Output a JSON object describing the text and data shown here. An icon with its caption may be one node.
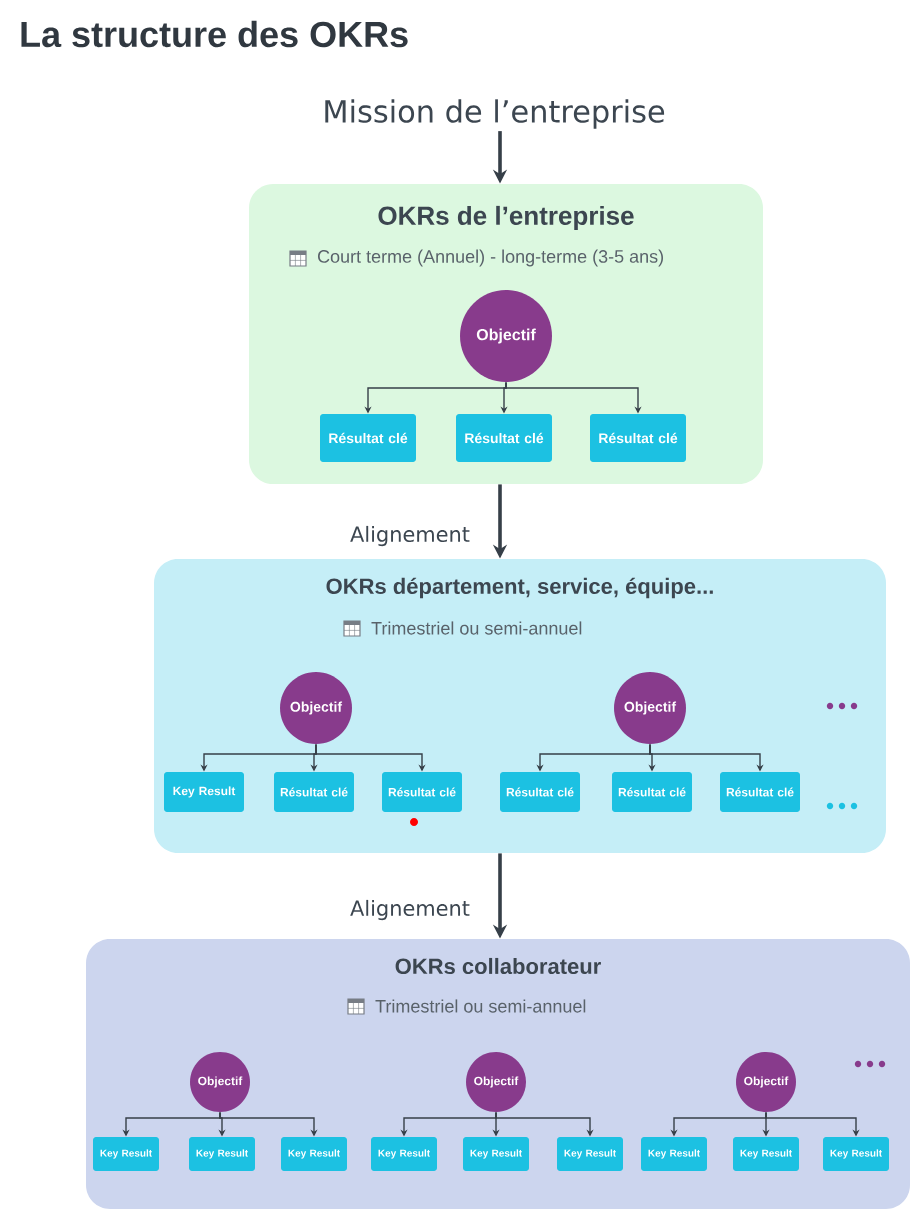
{
  "diagram": {
    "title": "La structure des OKRs",
    "nodes": [
      {
        "text": [
          "Mission de l’entreprise"
        ]
      },
      {
        "text": [
          "OKRs de l’entreprise",
          "Court terme (Annuel) - long-terme (3-5 ans)"
        ]
      },
      {
        "text": [
          "Objectif"
        ],
        "in": 1
      },
      {
        "text": [
          "Résultat clé"
        ],
        "in": 1
      },
      {
        "text": [
          "Résultat clé"
        ],
        "in": 1
      },
      {
        "text": [
          "Résultat clé"
        ],
        "in": 1
      },
      {
        "text": [
          "OKRs département, service, équipe...",
          "Trimestriel ou semi-annuel"
        ]
      },
      {
        "text": [
          "Objectif"
        ],
        "in": 6
      },
      {
        "text": [
          "Key Result"
        ],
        "in": 6
      },
      {
        "text": [
          "Résultat clé"
        ],
        "in": 6
      },
      {
        "text": [
          "Résultat clé"
        ],
        "in": 6
      },
      {
        "text": [
          "Objectif"
        ],
        "in": 6
      },
      {
        "text": [
          "Résultat clé"
        ],
        "in": 6
      },
      {
        "text": [
          "Résultat clé"
        ],
        "in": 6
      },
      {
        "text": [
          "Résultat clé"
        ],
        "in": 6
      },
      {
        "text": [
          "OKRs collaborateur",
          "Trimestriel ou semi-annuel"
        ]
      },
      {
        "text": [
          "Objectif"
        ],
        "in": 15
      },
      {
        "text": [
          "Key Result"
        ],
        "in": 15
      },
      {
        "text": [
          "Key Result"
        ],
        "in": 15
      },
      {
        "text": [
          "Key Result"
        ],
        "in": 15
      },
      {
        "text": [
          "Objectif"
        ],
        "in": 15
      },
      {
        "text": [
          "Key Result"
        ],
        "in": 15
      },
      {
        "text": [
          "Key Result"
        ],
        "in": 15
      },
      {
        "text": [
          "Key Result"
        ],
        "in": 15
      },
      {
        "text": [
          "Objectif"
        ],
        "in": 15
      },
      {
        "text": [
          "Key Result"
        ],
        "in": 15
      },
      {
        "text": [
          "Key Result"
        ],
        "in": 15
      },
      {
        "text": [
          "Key Result"
        ],
        "in": 15
      }
    ],
    "edges": [
      {
        "from": 0,
        "to": 1,
        "arrow": "to"
      },
      {
        "from": 1,
        "to": 6,
        "arrow": "to",
        "label": "Alignement"
      },
      {
        "from": 6,
        "to": 15,
        "arrow": "to",
        "label": "Alignement"
      },
      {
        "from": 2,
        "to": 3,
        "arrow": "to"
      },
      {
        "from": 2,
        "to": 4,
        "arrow": "to"
      },
      {
        "from": 2,
        "to": 5,
        "arrow": "to"
      },
      {
        "from": 7,
        "to": 8,
        "arrow": "to"
      },
      {
        "from": 7,
        "to": 9,
        "arrow": "to"
      },
      {
        "from": 7,
        "to": 10,
        "arrow": "to"
      },
      {
        "from": 11,
        "to": 12,
        "arrow": "to"
      },
      {
        "from": 11,
        "to": 13,
        "arrow": "to"
      },
      {
        "from": 11,
        "to": 14,
        "arrow": "to"
      },
      {
        "from": 16,
        "to": 17,
        "arrow": "to"
      },
      {
        "from": 16,
        "to": 18,
        "arrow": "to"
      },
      {
        "from": 16,
        "to": 19,
        "arrow": "to"
      },
      {
        "from": 20,
        "to": 21,
        "arrow": "to"
      },
      {
        "from": 20,
        "to": 22,
        "arrow": "to"
      },
      {
        "from": 20,
        "to": 23,
        "arrow": "to"
      },
      {
        "from": 24,
        "to": 25,
        "arrow": "to"
      },
      {
        "from": 24,
        "to": 26,
        "arrow": "to"
      },
      {
        "from": 24,
        "to": 27,
        "arrow": "to"
      }
    ]
  }
}
